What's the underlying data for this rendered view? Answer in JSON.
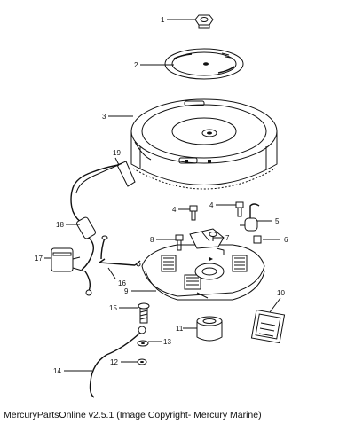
{
  "diagram": {
    "callouts": [
      {
        "id": "1",
        "label": "1"
      },
      {
        "id": "2",
        "label": "2"
      },
      {
        "id": "3",
        "label": "3"
      },
      {
        "id": "4a",
        "label": "4"
      },
      {
        "id": "4b",
        "label": "4"
      },
      {
        "id": "5",
        "label": "5"
      },
      {
        "id": "6",
        "label": "6"
      },
      {
        "id": "7",
        "label": "7"
      },
      {
        "id": "8",
        "label": "8"
      },
      {
        "id": "9",
        "label": "9"
      },
      {
        "id": "10",
        "label": "10"
      },
      {
        "id": "11",
        "label": "11"
      },
      {
        "id": "12",
        "label": "12"
      },
      {
        "id": "13",
        "label": "13"
      },
      {
        "id": "14",
        "label": "14"
      },
      {
        "id": "15",
        "label": "15"
      },
      {
        "id": "16",
        "label": "16"
      },
      {
        "id": "17",
        "label": "17"
      },
      {
        "id": "18",
        "label": "18"
      },
      {
        "id": "19",
        "label": "19"
      }
    ]
  },
  "footer": {
    "copyright_text": "MercuryPartsOnline v2.5.1 (Image Copyright- Mercury Marine)"
  }
}
